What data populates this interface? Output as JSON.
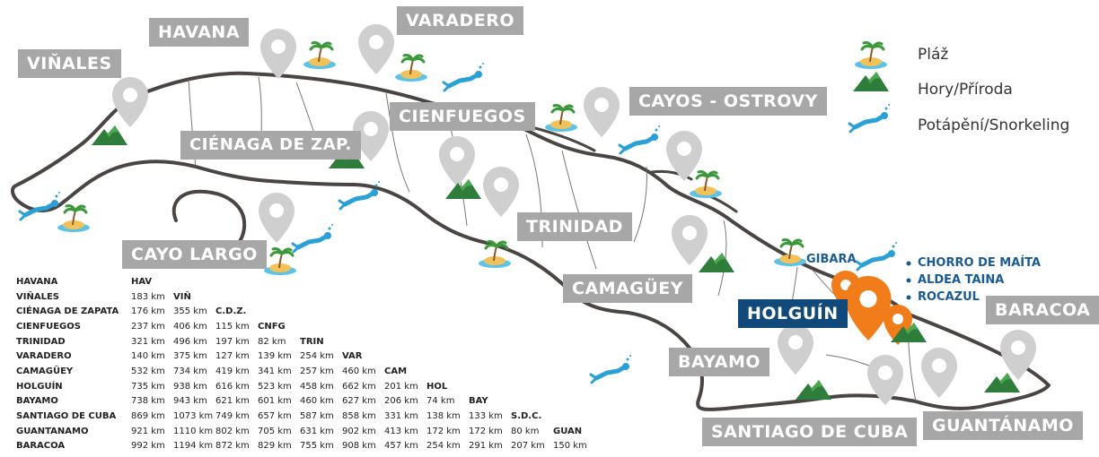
{
  "cities": [
    {
      "id": "vinales",
      "label": "VIŇALES"
    },
    {
      "id": "havana",
      "label": "HAVANA"
    },
    {
      "id": "varadero",
      "label": "VARADERO"
    },
    {
      "id": "cienfuegos",
      "label": "CIENFUEGOS"
    },
    {
      "id": "cienaga",
      "label": "CIÉNAGA DE ZAP."
    },
    {
      "id": "cayos",
      "label": "CAYOS - OSTROVY"
    },
    {
      "id": "trinidad",
      "label": "TRINIDAD"
    },
    {
      "id": "cayolargo",
      "label": "CAYO LARGO"
    },
    {
      "id": "camaguey",
      "label": "CAMAGÜEY"
    },
    {
      "id": "holguin",
      "label": "HOLGUÍN"
    },
    {
      "id": "baracoa",
      "label": "BARACOA"
    },
    {
      "id": "bayamo",
      "label": "BAYAMO"
    },
    {
      "id": "santiago",
      "label": "SANTIAGO DE CUBA"
    },
    {
      "id": "guantanamo",
      "label": "GUANTÁNAMO"
    }
  ],
  "legend": [
    {
      "icon": "beach-island-icon",
      "label": "Pláž"
    },
    {
      "icon": "mountain-icon",
      "label": "Hory/Příroda"
    },
    {
      "icon": "diver-icon",
      "label": "Potápění/Snorkeling"
    }
  ],
  "poi": {
    "gibara": "GIBARA",
    "items": [
      "CHORRO DE MAÍTA",
      "ALDEA TAINA",
      "ROCAZUL"
    ]
  },
  "colors": {
    "label_gray": "#a7a7a7",
    "highlight_blue": "#114a7a",
    "accent_orange": "#f07d1a",
    "pin_gray": "#cfcfcf",
    "coast": "#4a4443",
    "mountain": "#2e7d3a",
    "diver": "#2aa0d8",
    "poi_text": "#1a5b92"
  },
  "distances": {
    "rows": [
      {
        "name": "HAVANA",
        "values": [],
        "abbr": "HAV"
      },
      {
        "name": "VIŇALES",
        "values": [
          "183 km"
        ],
        "abbr": "VIŇ"
      },
      {
        "name": "CIÉNAGA DE ZAPATA",
        "values": [
          "176 km",
          "355 km"
        ],
        "abbr": "C.D.Z."
      },
      {
        "name": "CIENFUEGOS",
        "values": [
          "237 km",
          "406 km",
          "115 km"
        ],
        "abbr": "CNFG"
      },
      {
        "name": "TRINIDAD",
        "values": [
          "321 km",
          "496 km",
          "197 km",
          "82 km"
        ],
        "abbr": "TRIN"
      },
      {
        "name": "VARADERO",
        "values": [
          "140 km",
          "375 km",
          "127 km",
          "139 km",
          "254 km"
        ],
        "abbr": "VAR"
      },
      {
        "name": "CAMAGÜEY",
        "values": [
          "532 km",
          "734 km",
          "419 km",
          "341 km",
          "257 km",
          "460 km"
        ],
        "abbr": "CAM"
      },
      {
        "name": "HOLGUÍN",
        "values": [
          "735 km",
          "938 km",
          "616 km",
          "523 km",
          "458 km",
          "662 km",
          "201 km"
        ],
        "abbr": "HOL"
      },
      {
        "name": "BAYAMO",
        "values": [
          "738 km",
          "943 km",
          "621 km",
          "601 km",
          "460 km",
          "627 km",
          "206 km",
          "74 km"
        ],
        "abbr": "BAY"
      },
      {
        "name": "SANTIAGO DE CUBA",
        "values": [
          "869 km",
          "1073 km",
          "749 km",
          "657 km",
          "587 km",
          "858 km",
          "331 km",
          "138 km",
          "133 km"
        ],
        "abbr": "S.D.C."
      },
      {
        "name": "GUANTANAMO",
        "values": [
          "921 km",
          "1110 km",
          "802 km",
          "705 km",
          "631 km",
          "902 km",
          "413 km",
          "172 km",
          "172 km",
          "80 km"
        ],
        "abbr": "GUAN"
      },
      {
        "name": "BARACOA",
        "values": [
          "992 km",
          "1194 km",
          "872 km",
          "829 km",
          "755 km",
          "908 km",
          "457 km",
          "254 km",
          "291 km",
          "207 km",
          "150 km"
        ],
        "abbr": ""
      }
    ]
  }
}
